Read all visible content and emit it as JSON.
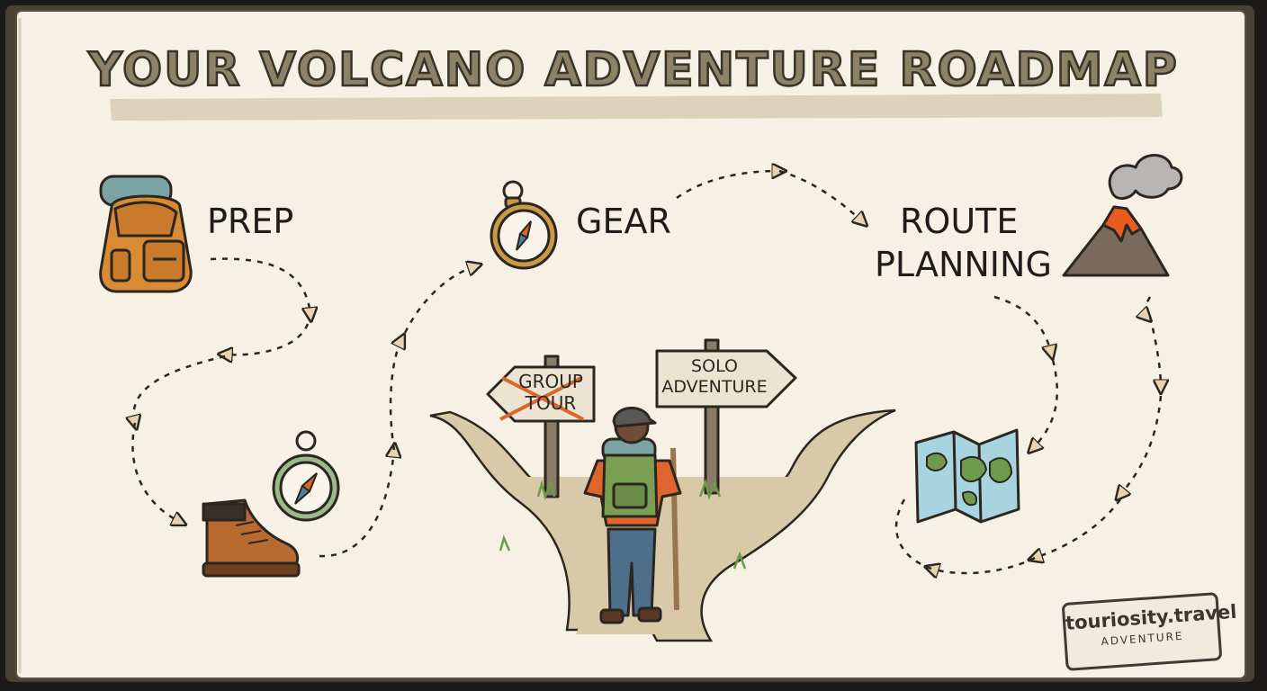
{
  "title": "YOUR VOLCANO ADVENTURE ROADMAP",
  "steps": {
    "prep": "PREP",
    "gear": "GEAR",
    "route_line1": "ROUTE",
    "route_line2": "PLANNING"
  },
  "signs": {
    "left_line1": "GROUP",
    "left_line2": "TOUR",
    "right_line1": "SOLO",
    "right_line2": "ADVENTURE"
  },
  "stamp": {
    "site": "touriosity.travel",
    "tag": "ADVENTURE"
  },
  "colors": {
    "paper": "#f6f1e4",
    "ink": "#2b2620",
    "title_fill": "#8d8168",
    "highlight": "#ddd3bc",
    "path": "#d8c9a8",
    "backpack": "#d98a35",
    "compass": "#c99a45",
    "boot": "#b86a2f",
    "cross_out": "#d9662b",
    "lava": "#e85d1f",
    "map_water": "#a8d4df",
    "map_land": "#6d9a4c"
  },
  "icons": [
    "backpack-icon",
    "compass-icon",
    "boot-icon",
    "volcano-icon",
    "world-map-icon",
    "hiker-icon",
    "signpost-icon"
  ]
}
